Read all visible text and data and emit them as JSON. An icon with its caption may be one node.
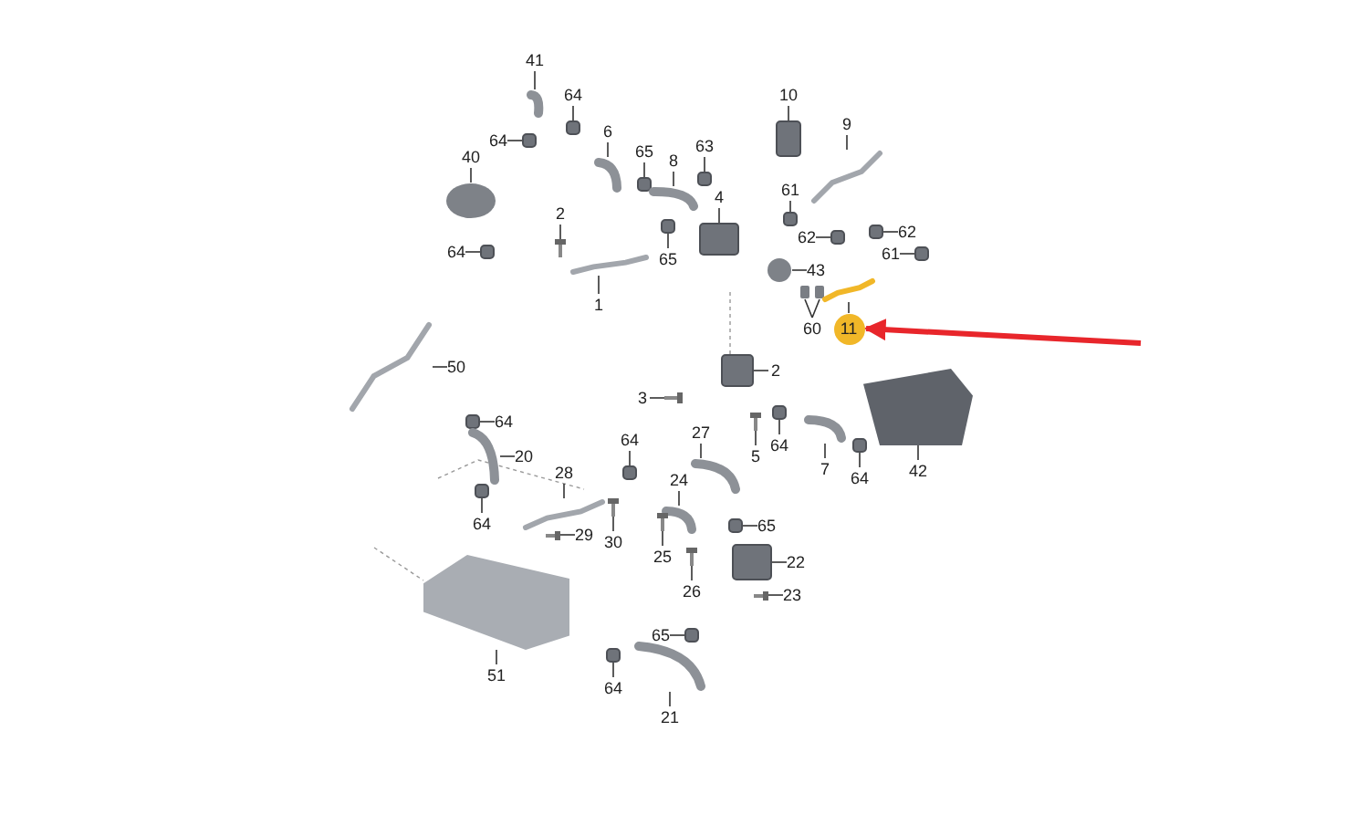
{
  "diagram": {
    "nodes": [
      {
        "text": [
          "41"
        ]
      },
      {
        "text": [
          "10"
        ]
      },
      {
        "text": [
          "64"
        ]
      },
      {
        "text": [
          "9"
        ]
      },
      {
        "text": [
          "64"
        ]
      },
      {
        "text": [
          "6"
        ]
      },
      {
        "text": [
          "65"
        ]
      },
      {
        "text": [
          "8"
        ]
      },
      {
        "text": [
          "63"
        ]
      },
      {
        "text": [
          "40"
        ]
      },
      {
        "text": [
          "61"
        ]
      },
      {
        "text": [
          "4"
        ]
      },
      {
        "text": [
          "2"
        ]
      },
      {
        "text": [
          "62"
        ]
      },
      {
        "text": [
          "62"
        ]
      },
      {
        "text": [
          "61"
        ]
      },
      {
        "text": [
          "64"
        ]
      },
      {
        "text": [
          "65"
        ]
      },
      {
        "text": [
          "43"
        ]
      },
      {
        "text": [
          "1"
        ]
      },
      {
        "text": [
          "60"
        ]
      },
      {
        "text": [
          "11"
        ]
      },
      {
        "text": [
          "50"
        ]
      },
      {
        "text": [
          "2"
        ]
      },
      {
        "text": [
          "3"
        ]
      },
      {
        "text": [
          "64"
        ]
      },
      {
        "text": [
          "27"
        ]
      },
      {
        "text": [
          "64"
        ]
      },
      {
        "text": [
          "5"
        ]
      },
      {
        "text": [
          "64"
        ]
      },
      {
        "text": [
          "20"
        ]
      },
      {
        "text": [
          "7"
        ]
      },
      {
        "text": [
          "64"
        ]
      },
      {
        "text": [
          "42"
        ]
      },
      {
        "text": [
          "28"
        ]
      },
      {
        "text": [
          "24"
        ]
      },
      {
        "text": [
          "64"
        ]
      },
      {
        "text": [
          "65"
        ]
      },
      {
        "text": [
          "29"
        ]
      },
      {
        "text": [
          "30"
        ]
      },
      {
        "text": [
          "25"
        ]
      },
      {
        "text": [
          "22"
        ]
      },
      {
        "text": [
          "26"
        ]
      },
      {
        "text": [
          "23"
        ]
      },
      {
        "text": [
          "65"
        ]
      },
      {
        "text": [
          "51"
        ]
      },
      {
        "text": [
          "64"
        ]
      },
      {
        "text": [
          "21"
        ]
      },
      {
        "text": [],
        "shape": "picture"
      },
      {
        "text": [],
        "shape": "box"
      },
      {
        "text": [],
        "shape": "box"
      },
      {
        "text": [],
        "shape": "picture"
      },
      {
        "text": [],
        "shape": "box"
      },
      {
        "text": [],
        "shape": "picture"
      },
      {
        "text": [],
        "shape": "box"
      },
      {
        "text": [],
        "shape": "picture"
      },
      {
        "text": [],
        "shape": "box"
      },
      {
        "text": [],
        "shape": "circle"
      },
      {
        "text": [],
        "shape": "box"
      },
      {
        "text": [],
        "shape": "box"
      },
      {
        "text": [],
        "shape": "picture"
      },
      {
        "text": [],
        "shape": "box"
      },
      {
        "text": [],
        "shape": "box"
      },
      {
        "text": [],
        "shape": "box"
      },
      {
        "text": [],
        "shape": "box"
      },
      {
        "text": [],
        "shape": "box"
      },
      {
        "text": [],
        "shape": "circle"
      },
      {
        "text": [],
        "shape": "picture"
      },
      {
        "text": [],
        "shape": "picture"
      },
      {
        "text": [],
        "shape": "picture"
      },
      {
        "text": [],
        "shape": "picture"
      },
      {
        "text": [],
        "shape": "box"
      },
      {
        "text": [],
        "shape": "picture"
      },
      {
        "text": [],
        "shape": "box"
      },
      {
        "text": [],
        "shape": "picture"
      },
      {
        "text": [],
        "shape": "box"
      },
      {
        "text": [],
        "shape": "picture"
      },
      {
        "text": [],
        "shape": "box"
      },
      {
        "text": [],
        "shape": "picture"
      },
      {
        "text": [],
        "shape": "picture"
      },
      {
        "text": [],
        "shape": "box"
      },
      {
        "text": [],
        "shape": "picture"
      },
      {
        "text": [],
        "shape": "picture"
      },
      {
        "text": [],
        "shape": "picture"
      },
      {
        "text": [],
        "shape": "box"
      },
      {
        "text": [],
        "shape": "box"
      },
      {
        "text": [],
        "shape": "picture"
      },
      {
        "text": [],
        "shape": "picture"
      },
      {
        "text": [],
        "shape": "picture"
      },
      {
        "text": [],
        "shape": "box"
      },
      {
        "text": [],
        "shape": "picture"
      },
      {
        "text": [],
        "shape": "picture"
      },
      {
        "text": [],
        "shape": "box"
      },
      {
        "text": [],
        "shape": "picture"
      },
      {
        "text": [],
        "shape": "box"
      },
      {
        "text": [],
        "shape": "picture"
      }
    ],
    "edges": [
      {
        "from": 0,
        "to": 48,
        "arrow": "none"
      },
      {
        "from": 1,
        "to": 49,
        "arrow": "none"
      },
      {
        "from": 2,
        "to": 50,
        "arrow": "none"
      },
      {
        "from": 3,
        "to": 51,
        "arrow": "none"
      },
      {
        "from": 4,
        "to": 52,
        "arrow": "none"
      },
      {
        "from": 5,
        "to": 53,
        "arrow": "none"
      },
      {
        "from": 6,
        "to": 54,
        "arrow": "none"
      },
      {
        "from": 7,
        "to": 55,
        "arrow": "none"
      },
      {
        "from": 8,
        "to": 56,
        "arrow": "none"
      },
      {
        "from": 9,
        "to": 57,
        "arrow": "none"
      },
      {
        "from": 10,
        "to": 58,
        "arrow": "none"
      },
      {
        "from": 11,
        "to": 59,
        "arrow": "none"
      },
      {
        "from": 12,
        "to": 60,
        "arrow": "none"
      },
      {
        "from": 13,
        "to": 61,
        "arrow": "none"
      },
      {
        "from": 14,
        "to": 62,
        "arrow": "none"
      },
      {
        "from": 15,
        "to": 63,
        "arrow": "none"
      },
      {
        "from": 16,
        "to": 64,
        "arrow": "none"
      },
      {
        "from": 17,
        "to": 65,
        "arrow": "none"
      },
      {
        "from": 18,
        "to": 66,
        "arrow": "none"
      },
      {
        "from": 19,
        "to": 67,
        "arrow": "none"
      },
      {
        "from": 20,
        "to": 68,
        "arrow": "none"
      },
      {
        "from": 21,
        "to": 69,
        "arrow": "none"
      },
      {
        "from": 22,
        "to": 70,
        "arrow": "none"
      },
      {
        "from": 23,
        "to": 71,
        "arrow": "none"
      },
      {
        "from": 24,
        "to": 72,
        "arrow": "none"
      },
      {
        "from": 25,
        "to": 73,
        "arrow": "none"
      },
      {
        "from": 26,
        "to": 74,
        "arrow": "none"
      },
      {
        "from": 27,
        "to": 75,
        "arrow": "none"
      },
      {
        "from": 28,
        "to": 76,
        "arrow": "none"
      },
      {
        "from": 29,
        "to": 77,
        "arrow": "none"
      },
      {
        "from": 30,
        "to": 78,
        "arrow": "none"
      },
      {
        "from": 31,
        "to": 79,
        "arrow": "none"
      },
      {
        "from": 32,
        "to": 80,
        "arrow": "none"
      },
      {
        "from": 33,
        "to": 81,
        "arrow": "none"
      },
      {
        "from": 34,
        "to": 82,
        "arrow": "none"
      },
      {
        "from": 35,
        "to": 83,
        "arrow": "none"
      },
      {
        "from": 36,
        "to": 84,
        "arrow": "none"
      },
      {
        "from": 37,
        "to": 85,
        "arrow": "none"
      },
      {
        "from": 38,
        "to": 86,
        "arrow": "none"
      },
      {
        "from": 39,
        "to": 87,
        "arrow": "none"
      },
      {
        "from": 40,
        "to": 88,
        "arrow": "none"
      },
      {
        "from": 41,
        "to": 89,
        "arrow": "none"
      },
      {
        "from": 42,
        "to": 90,
        "arrow": "none"
      },
      {
        "from": 43,
        "to": 91,
        "arrow": "none"
      },
      {
        "from": 44,
        "to": 92,
        "arrow": "none"
      },
      {
        "from": 45,
        "to": 93,
        "arrow": "none"
      },
      {
        "from": 46,
        "to": 94,
        "arrow": "none"
      },
      {
        "from": 47,
        "to": 95,
        "arrow": "none"
      },
      {
        "from": null,
        "to": 21,
        "arrow": "to",
        "style": "thick",
        "color": "#e8262b"
      }
    ]
  }
}
